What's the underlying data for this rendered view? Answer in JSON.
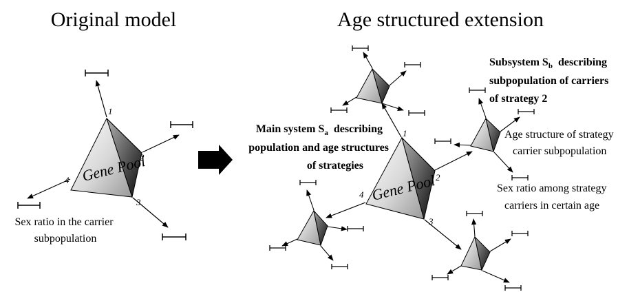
{
  "titles": {
    "original": "Original model",
    "extension": "Age structured extension"
  },
  "left_model": {
    "pyramid_label": "Gene Pool",
    "vertex_1": "1",
    "vertex_2": "2",
    "vertex_3": "3",
    "vertex_4": "4",
    "sex_ratio_line1": "Sex ratio in the carrier",
    "sex_ratio_line2": "subpopulation"
  },
  "right_model": {
    "pyramid_label": "Gene Pool",
    "vertex_1": "1",
    "vertex_2": "2",
    "vertex_3": "3",
    "vertex_4": "4",
    "main_system": {
      "line1_prefix": "Main system S",
      "line1_sub": "a",
      "line1_suffix": "  describing",
      "line2": "population and age structures",
      "line3": "of strategies"
    },
    "subsystem": {
      "line1_prefix": "Subsystem S",
      "line1_sub": "b",
      "line1_suffix": "  describing",
      "line2": "subpopulation of carriers",
      "line3": "of strategy 2"
    },
    "age_structure_line1": "Age structure of strategy",
    "age_structure_line2": "carrier subpopulation",
    "sex_ratio_age_line1": "Sex ratio among strategy",
    "sex_ratio_age_line2": "carriers in certain age"
  },
  "colors": {
    "ink": "#000000",
    "pyramid_light": "#ffffff",
    "pyramid_mid": "#b8b8b8",
    "pyramid_dark": "#111111"
  }
}
